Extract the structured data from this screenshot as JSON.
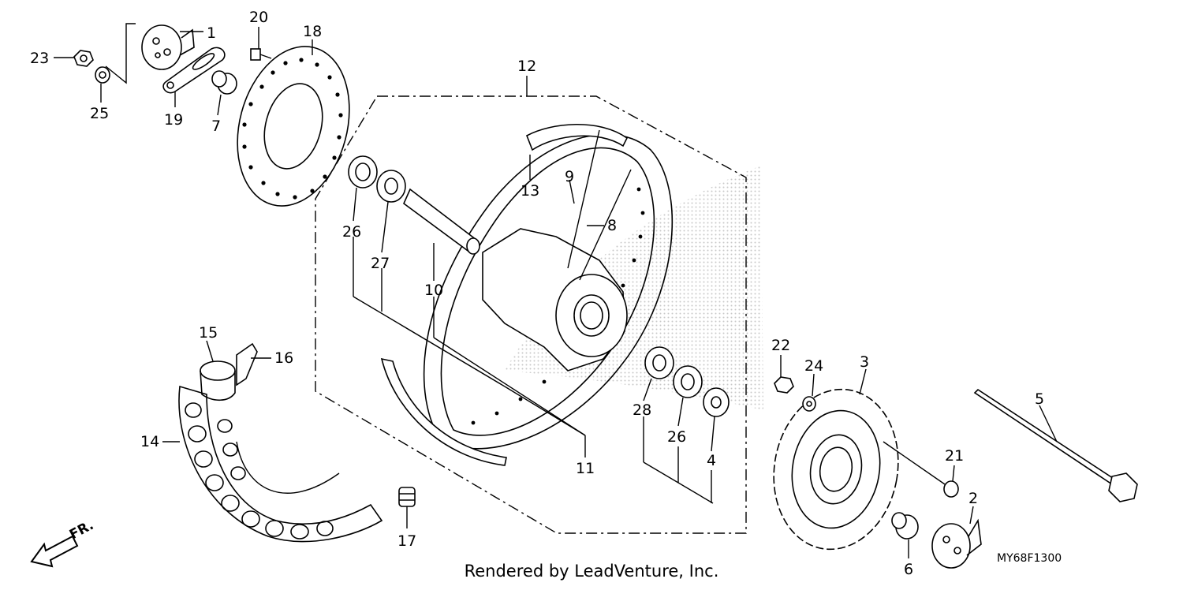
{
  "diagram": {
    "callouts": [
      "1",
      "2",
      "3",
      "4",
      "5",
      "6",
      "7",
      "8",
      "9",
      "10",
      "11",
      "12",
      "13",
      "14",
      "15",
      "16",
      "17",
      "18",
      "19",
      "20",
      "21",
      "22",
      "23",
      "24",
      "25",
      "26",
      "26",
      "27",
      "28"
    ],
    "diagram_code": "MY68F1300",
    "direction_label": "FR.",
    "footer": "Rendered by LeadVenture, Inc."
  },
  "colors": {
    "line": "#000000",
    "background": "#ffffff",
    "watermark": "#d9d9d9"
  }
}
